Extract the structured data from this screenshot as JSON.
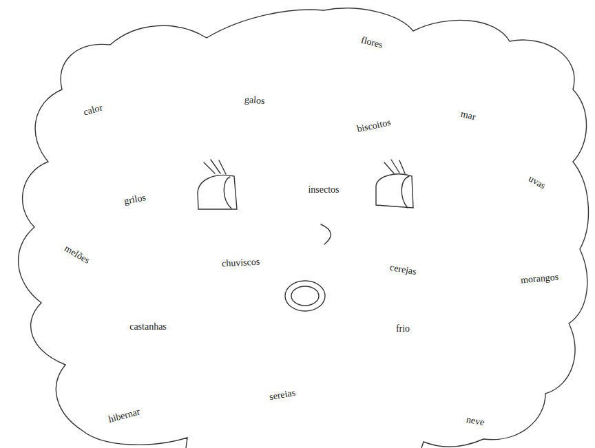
{
  "diagram": {
    "nodes": [
      {
        "text": [
          "flores",
          "calor",
          "galos",
          "biscoitos",
          "mar",
          "grilos",
          "insectos",
          "uvas",
          "melões",
          "chuviscos",
          "cerejas",
          "morangos",
          "castanhas",
          "frio",
          "hibernar",
          "sereias",
          "neve"
        ]
      }
    ]
  }
}
